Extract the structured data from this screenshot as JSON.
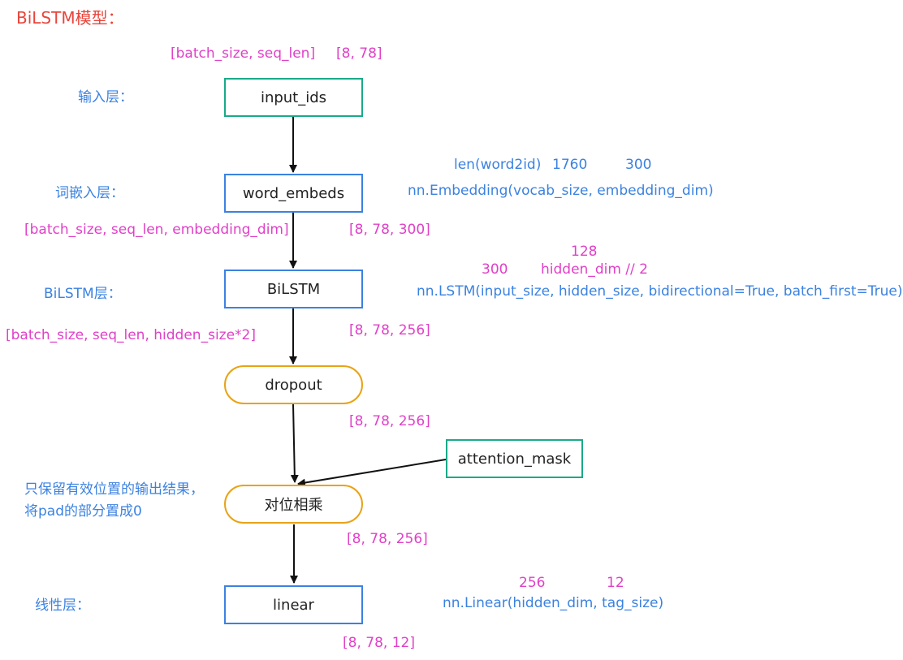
{
  "title": "BiLSTM模型：",
  "nodes": {
    "input_ids": "input_ids",
    "word_embeds": "word_embeds",
    "bilstm": "BiLSTM",
    "dropout": "dropout",
    "attention_mask": "attention_mask",
    "multiply": "对位相乘",
    "linear": "linear"
  },
  "layer_labels": {
    "input": "输入层：",
    "embed": "词嵌入层：",
    "bilstm": "BiLSTM层：",
    "linear": "线性层：",
    "note_line1": "只保留有效位置的输出结果，",
    "note_line2": "将pad的部分置成0"
  },
  "shapes": {
    "input_symbolic": "[batch_size, seq_len]",
    "input_value": "[8, 78]",
    "embed_symbolic": "[batch_size, seq_len, embedding_dim]",
    "embed_value": "[8, 78, 300]",
    "bilstm_symbolic": "[batch_size, seq_len, hidden_size*2]",
    "bilstm_value": "[8, 78, 256]",
    "dropout_value": "[8, 78, 256]",
    "multiply_value": "[8, 78, 256]",
    "linear_value": "[8, 78, 12]"
  },
  "params": {
    "embed_vocab_expr": "len(word2id)",
    "embed_vocab_value": "1760",
    "embed_dim_value": "300",
    "embed_call": "nn.Embedding(vocab_size, embedding_dim)",
    "lstm_hidden_top": "128",
    "lstm_input_value": "300",
    "lstm_hidden_expr": "hidden_dim // 2",
    "lstm_call": "nn.LSTM(input_size, hidden_size, bidirectional=True, batch_first=True)",
    "linear_in_value": "256",
    "linear_out_value": "12",
    "linear_call": "nn.Linear(hidden_dim, tag_size)"
  }
}
